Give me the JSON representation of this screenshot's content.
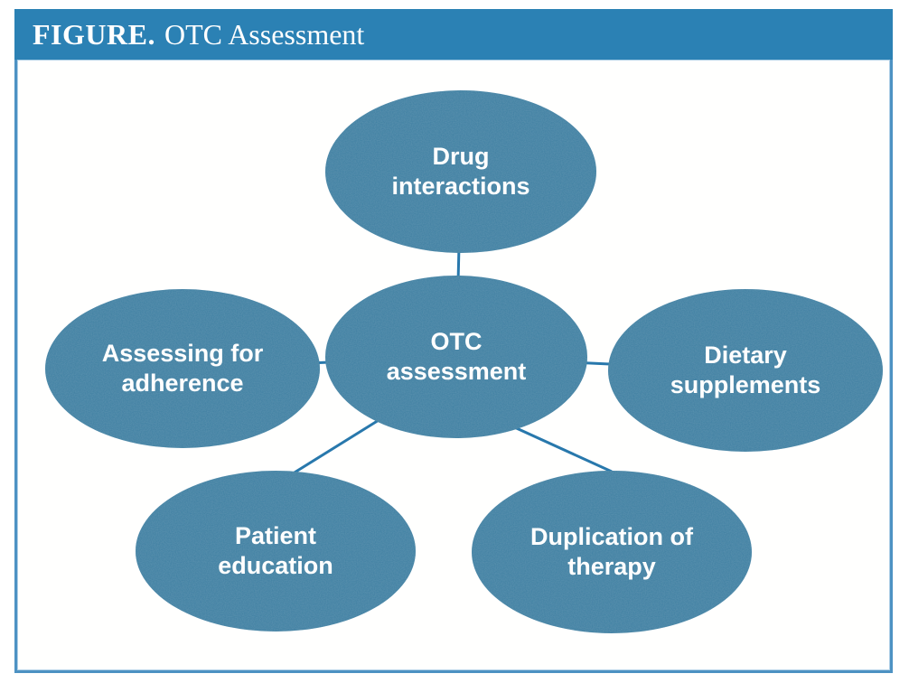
{
  "figure": {
    "label": "FIGURE.",
    "title": "OTC Assessment"
  },
  "diagram": {
    "type": "hub-and-spoke concept map",
    "center": {
      "id": "otc-assessment",
      "label": "OTC assessment"
    },
    "nodes": [
      {
        "id": "drug-interactions",
        "label": "Drug interactions",
        "position": "top"
      },
      {
        "id": "dietary-supplements",
        "label": "Dietary supplements",
        "position": "right"
      },
      {
        "id": "duplication-of-therapy",
        "label": "Duplication of therapy",
        "position": "bottom-right"
      },
      {
        "id": "patient-education",
        "label": "Patient education",
        "position": "bottom-left"
      },
      {
        "id": "assessing-for-adherence",
        "label": "Assessing for adherence",
        "position": "left"
      }
    ]
  },
  "colors": {
    "header_bg": "#2b81b4",
    "ellipse_fill": "#3e7fa2",
    "connector_line": "#2878ac",
    "frame_border": "#4d92c3",
    "text": "#ffffff"
  }
}
